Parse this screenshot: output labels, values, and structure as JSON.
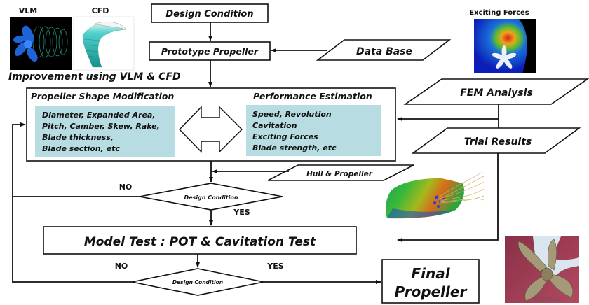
{
  "images": {
    "vlm": {
      "label": "VLM",
      "alt": "VLM propeller wake visualization"
    },
    "cfd": {
      "label": "CFD",
      "alt": "CFD blade pressure distribution"
    },
    "exciting_forces": {
      "label": "Exciting Forces",
      "alt": "Exciting forces pressure contour around propeller"
    },
    "hull_propeller": {
      "alt": "Hull and propeller flow simulation"
    },
    "final_propeller": {
      "alt": "Photo of final ship propeller"
    }
  },
  "heading": "Improvement using VLM & CFD",
  "nodes": {
    "design_condition": "Design Condition",
    "prototype_propeller": "Prototype Propeller",
    "data_base": "Data Base",
    "fem_analysis": "FEM Analysis",
    "trial_results": "Trial Results",
    "hull_propeller": "Hull & Propeller",
    "decision_1": "Design Condition",
    "decision_2": "Design Condition",
    "model_test": "Model Test  :  POT & Cavitation Test",
    "final_propeller": [
      "Final",
      "Propeller"
    ]
  },
  "shape_modification": {
    "title": "Propeller Shape Modification",
    "items": [
      "Diameter, Expanded Area,",
      "Pitch, Camber, Skew, Rake,",
      "Blade thickness,",
      "Blade  section, etc"
    ]
  },
  "performance_estimation": {
    "title": "Performance Estimation",
    "items": [
      "Speed, Revolution",
      "Cavitation",
      "Exciting Forces",
      "Blade strength, etc"
    ]
  },
  "branch_labels": {
    "no_1": "NO",
    "yes_1": "YES",
    "no_2": "NO",
    "yes_2": "YES"
  },
  "colors": {
    "panel": "#b7dde2",
    "stroke": "#111111"
  }
}
